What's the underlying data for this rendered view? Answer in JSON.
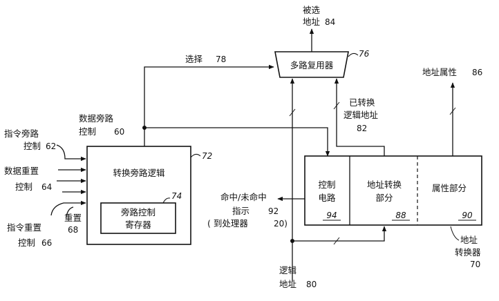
{
  "mux": {
    "label": "多路复用器",
    "ref": "76"
  },
  "selected_address": {
    "line1": "被选",
    "line2": "地址",
    "ref": "84"
  },
  "select_signal": {
    "label": "选择",
    "ref": "78"
  },
  "attribute_output": {
    "label": "地址属性",
    "ref": "86"
  },
  "translated_address": {
    "line1": "已转换",
    "line2": "逻辑地址",
    "ref": "82"
  },
  "data_bypass_control": {
    "line1": "数据旁路",
    "line2": "控制",
    "ref": "60"
  },
  "instr_bypass_control": {
    "line1": "指令旁路",
    "line2": "控制",
    "ref": "62"
  },
  "data_reset_control": {
    "line1": "数据重置",
    "line2": "控制",
    "ref": "64"
  },
  "instr_reset_control": {
    "line1": "指令重置",
    "line2": "控制",
    "ref": "66"
  },
  "reset": {
    "label": "重置",
    "ref": "68"
  },
  "bypass_logic": {
    "label": "转换旁路逻辑",
    "ref": "72"
  },
  "bypass_register": {
    "line1": "旁路控制",
    "line2": "寄存器",
    "ref": "74"
  },
  "hit_miss": {
    "line1": "命中/未命中",
    "line2": "指示",
    "ref": "92",
    "line3": "( 到处理器",
    "ref2": "20)"
  },
  "control_circuit": {
    "line1": "控制",
    "line2": "电路",
    "ref": "94"
  },
  "address_translation": {
    "line1": "地址转换",
    "line2": "部分",
    "ref": "88"
  },
  "attribute_section": {
    "label": "属性部分",
    "ref": "90"
  },
  "translator": {
    "line1": "地址",
    "line2": "转换器",
    "ref": "70"
  },
  "logical_address": {
    "line1": "逻辑",
    "line2": "地址",
    "ref": "80"
  }
}
